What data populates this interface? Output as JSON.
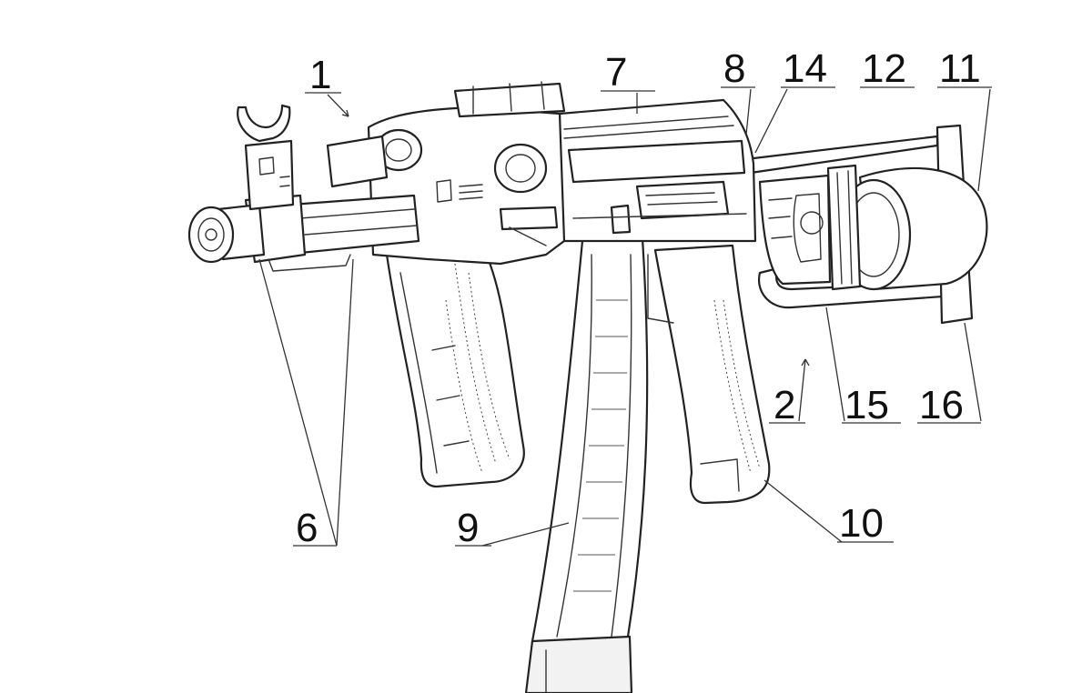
{
  "callouts": [
    {
      "id": "1",
      "label": "1"
    },
    {
      "id": "2",
      "label": "2"
    },
    {
      "id": "6",
      "label": "6"
    },
    {
      "id": "7",
      "label": "7"
    },
    {
      "id": "8",
      "label": "8"
    },
    {
      "id": "9",
      "label": "9"
    },
    {
      "id": "10",
      "label": "10"
    },
    {
      "id": "11",
      "label": "11"
    },
    {
      "id": "12",
      "label": "12"
    },
    {
      "id": "14",
      "label": "14"
    },
    {
      "id": "15",
      "label": "15"
    },
    {
      "id": "16",
      "label": "16"
    }
  ],
  "colors": {
    "line": "#222222",
    "background": "#ffffff"
  }
}
